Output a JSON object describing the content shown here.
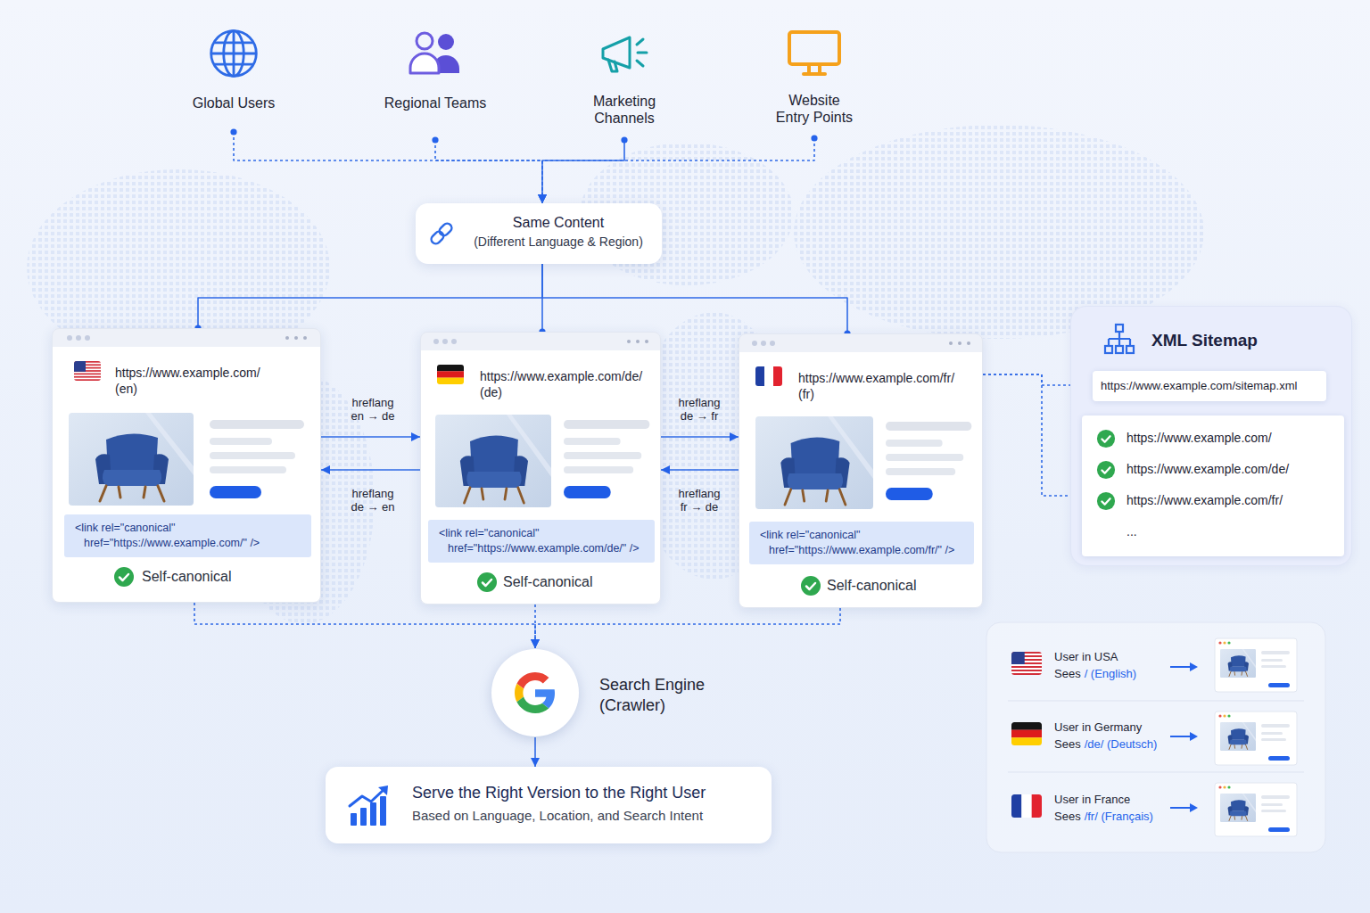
{
  "diagram": {
    "nodes": [
      {
        "text": [
          "Global Users"
        ]
      },
      {
        "text": [
          "Regional Teams"
        ]
      },
      {
        "text": [
          "Marketing Channels"
        ]
      },
      {
        "text": [
          "Website Entry Points"
        ]
      },
      {
        "text": [
          "Same Content",
          "(Different Language & Region)"
        ]
      },
      {
        "text": [
          "https://www.example.com/",
          "(en)",
          "Self-canonical"
        ]
      },
      {
        "text": [
          "<link rel=\"canonical\" href=\"https://www.example.com/\" />"
        ],
        "in": 5
      },
      {
        "text": [
          "https://www.example.com/de/",
          "(de)",
          "Self-canonical"
        ]
      },
      {
        "text": [
          "<link rel=\"canonical\" href=\"https://www.example.com/de/\" />"
        ],
        "in": 7
      },
      {
        "text": [
          "https://www.example.com/fr/",
          "(fr)",
          "Self-canonical"
        ]
      },
      {
        "text": [
          "<link rel=\"canonical\" href=\"https://www.example.com/fr/\" />"
        ],
        "in": 9
      },
      {
        "text": [
          "XML Sitemap"
        ]
      },
      {
        "text": [
          "https://www.example.com/sitemap.xml"
        ],
        "in": 11
      },
      {
        "text": [
          "https://www.example.com/",
          "https://www.example.com/de/",
          "https://www.example.com/fr/",
          "..."
        ],
        "in": 11
      },
      {
        "text": [
          "Search Engine (Crawler)"
        ]
      },
      {
        "text": [
          "Serve the Right Version to the Right User",
          "Based on Language, Location, and Search Intent"
        ]
      },
      {
        "text": [
          "User in USA",
          "Sees",
          "/ (English)"
        ]
      },
      {
        "text": [
          "User in Germany",
          "Sees",
          "/de/ (Deutsch)"
        ]
      },
      {
        "text": [
          "User in France",
          "Sees",
          "/fr/ (Français)"
        ]
      }
    ],
    "edges": [
      {
        "from": 0,
        "to": 4,
        "arrow": "to"
      },
      {
        "from": 1,
        "to": 4,
        "arrow": "to"
      },
      {
        "from": 2,
        "to": 4,
        "arrow": "to"
      },
      {
        "from": 3,
        "to": 4,
        "arrow": "to"
      },
      {
        "from": 4,
        "to": 5,
        "arrow": "none"
      },
      {
        "from": 4,
        "to": 7,
        "arrow": "none"
      },
      {
        "from": 4,
        "to": 9,
        "arrow": "none"
      },
      {
        "from": 5,
        "to": 7,
        "arrow": "to",
        "label": "hreflang en → de"
      },
      {
        "from": 7,
        "to": 5,
        "arrow": "to",
        "label": "hreflang de → en"
      },
      {
        "from": 7,
        "to": 9,
        "arrow": "to",
        "label": "hreflang de → fr"
      },
      {
        "from": 9,
        "to": 7,
        "arrow": "to",
        "label": "hreflang fr → de"
      },
      {
        "from": 9,
        "to": 12,
        "arrow": "to"
      },
      {
        "from": 9,
        "to": 13,
        "arrow": "to"
      },
      {
        "from": 5,
        "to": 14,
        "arrow": "to"
      },
      {
        "from": 7,
        "to": 14,
        "arrow": "to"
      },
      {
        "from": 9,
        "to": 14,
        "arrow": "to"
      },
      {
        "from": 14,
        "to": 15,
        "arrow": "to"
      }
    ]
  }
}
